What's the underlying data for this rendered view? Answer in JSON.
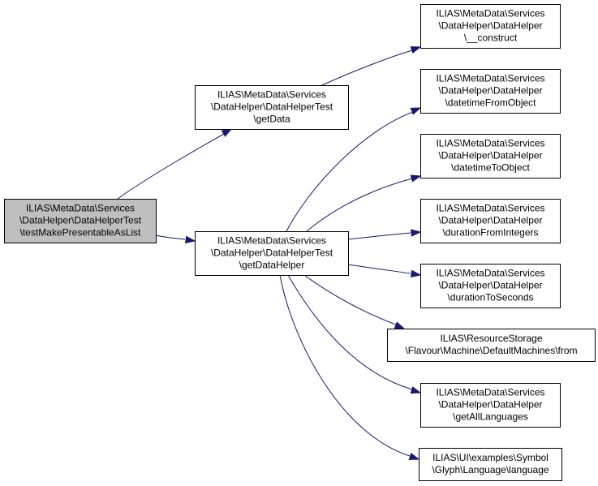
{
  "graph": {
    "nodes": [
      {
        "id": "root",
        "lines": [
          "ILIAS\\MetaData\\Services",
          "\\DataHelper\\DataHelperTest",
          "\\testMakePresentableAsList"
        ]
      },
      {
        "id": "getData",
        "lines": [
          "ILIAS\\MetaData\\Services",
          "\\DataHelper\\DataHelperTest",
          "\\getData"
        ]
      },
      {
        "id": "getDataHelper",
        "lines": [
          "ILIAS\\MetaData\\Services",
          "\\DataHelper\\DataHelperTest",
          "\\getDataHelper"
        ]
      },
      {
        "id": "construct",
        "lines": [
          "ILIAS\\MetaData\\Services",
          "\\DataHelper\\DataHelper",
          "\\__construct"
        ]
      },
      {
        "id": "datetimeFromObject",
        "lines": [
          "ILIAS\\MetaData\\Services",
          "\\DataHelper\\DataHelper",
          "\\datetimeFromObject"
        ]
      },
      {
        "id": "datetimeToObject",
        "lines": [
          "ILIAS\\MetaData\\Services",
          "\\DataHelper\\DataHelper",
          "\\datetimeToObject"
        ]
      },
      {
        "id": "durationFromIntegers",
        "lines": [
          "ILIAS\\MetaData\\Services",
          "\\DataHelper\\DataHelper",
          "\\durationFromIntegers"
        ]
      },
      {
        "id": "durationToSeconds",
        "lines": [
          "ILIAS\\MetaData\\Services",
          "\\DataHelper\\DataHelper",
          "\\durationToSeconds"
        ]
      },
      {
        "id": "from",
        "lines": [
          "ILIAS\\ResourceStorage",
          "\\Flavour\\Machine\\DefaultMachines\\from"
        ]
      },
      {
        "id": "getAllLanguages",
        "lines": [
          "ILIAS\\MetaData\\Services",
          "\\DataHelper\\DataHelper",
          "\\getAllLanguages"
        ]
      },
      {
        "id": "language",
        "lines": [
          "ILIAS\\UI\\examples\\Symbol",
          "\\Glyph\\Language\\language"
        ]
      }
    ],
    "edges": [
      {
        "from": "root",
        "to": "getData"
      },
      {
        "from": "root",
        "to": "getDataHelper"
      },
      {
        "from": "getData",
        "to": "construct"
      },
      {
        "from": "getDataHelper",
        "to": "datetimeFromObject"
      },
      {
        "from": "getDataHelper",
        "to": "datetimeToObject"
      },
      {
        "from": "getDataHelper",
        "to": "durationFromIntegers"
      },
      {
        "from": "getDataHelper",
        "to": "durationToSeconds"
      },
      {
        "from": "getDataHelper",
        "to": "from"
      },
      {
        "from": "getDataHelper",
        "to": "getAllLanguages"
      },
      {
        "from": "getDataHelper",
        "to": "language"
      }
    ]
  }
}
